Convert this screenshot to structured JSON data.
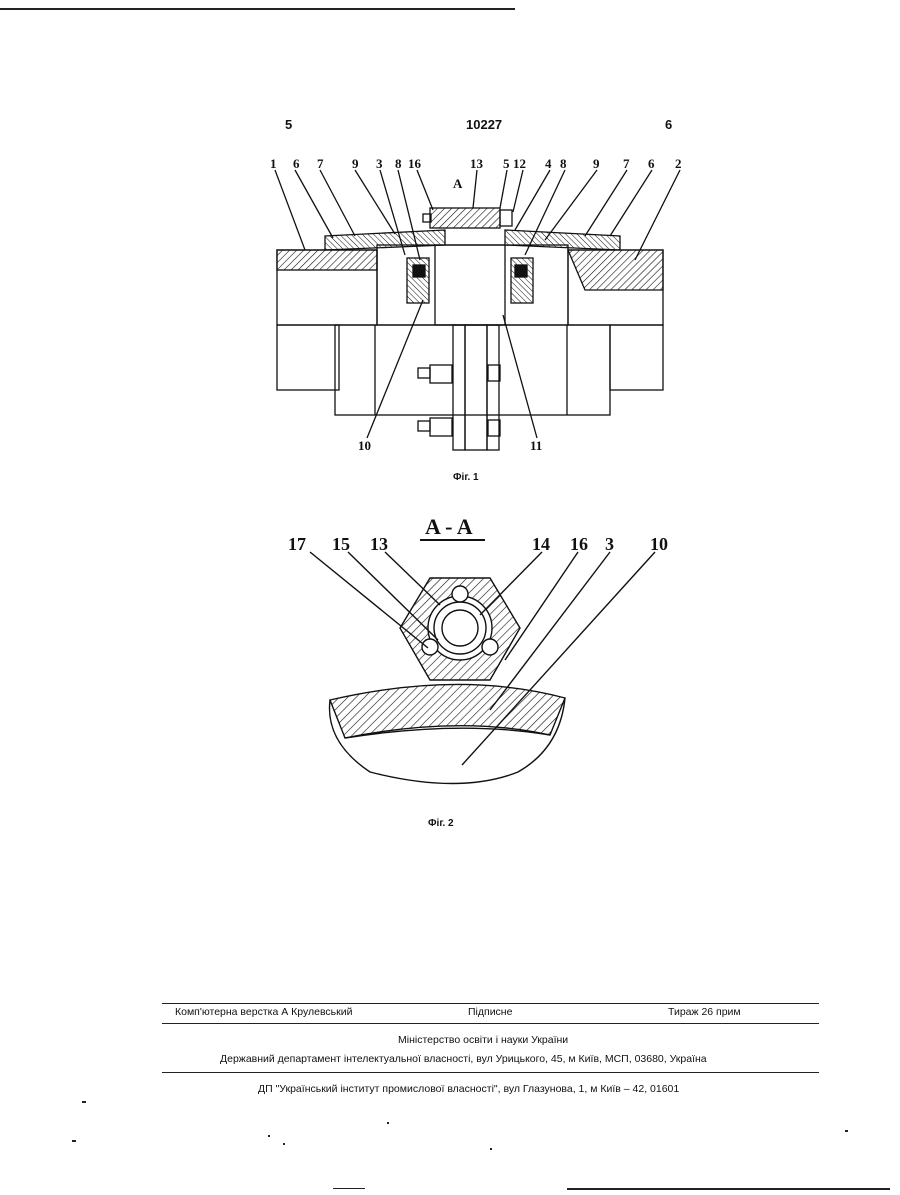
{
  "header": {
    "left_page": "5",
    "patent_number": "10227",
    "right_page": "6"
  },
  "figure1": {
    "caption": "Фіг. 1",
    "callouts_top": [
      "1",
      "6",
      "7",
      "9",
      "3",
      "8",
      "16",
      "13",
      "5",
      "12",
      "4",
      "8",
      "9",
      "7",
      "6",
      "2"
    ],
    "callouts_bottom": [
      "10",
      "11"
    ],
    "section_mark": "A"
  },
  "figure2": {
    "title": "A - A",
    "caption": "Фіг. 2",
    "callouts": [
      "17",
      "15",
      "13",
      "14",
      "16",
      "3",
      "10"
    ]
  },
  "footer": {
    "typesetting": "Комп'ютерна верстка А  Крулевський",
    "signed": "Підписне",
    "circulation": "Тираж 26 прим",
    "ministry": "Міністерство освіти і науки України",
    "department": "Державний департамент інтелектуальної власності, вул  Урицького, 45, м  Київ, МСП, 03680, Україна",
    "institute": "ДП \"Український інститут промислової власності\", вул  Глазунова, 1, м  Київ – 42, 01601"
  }
}
